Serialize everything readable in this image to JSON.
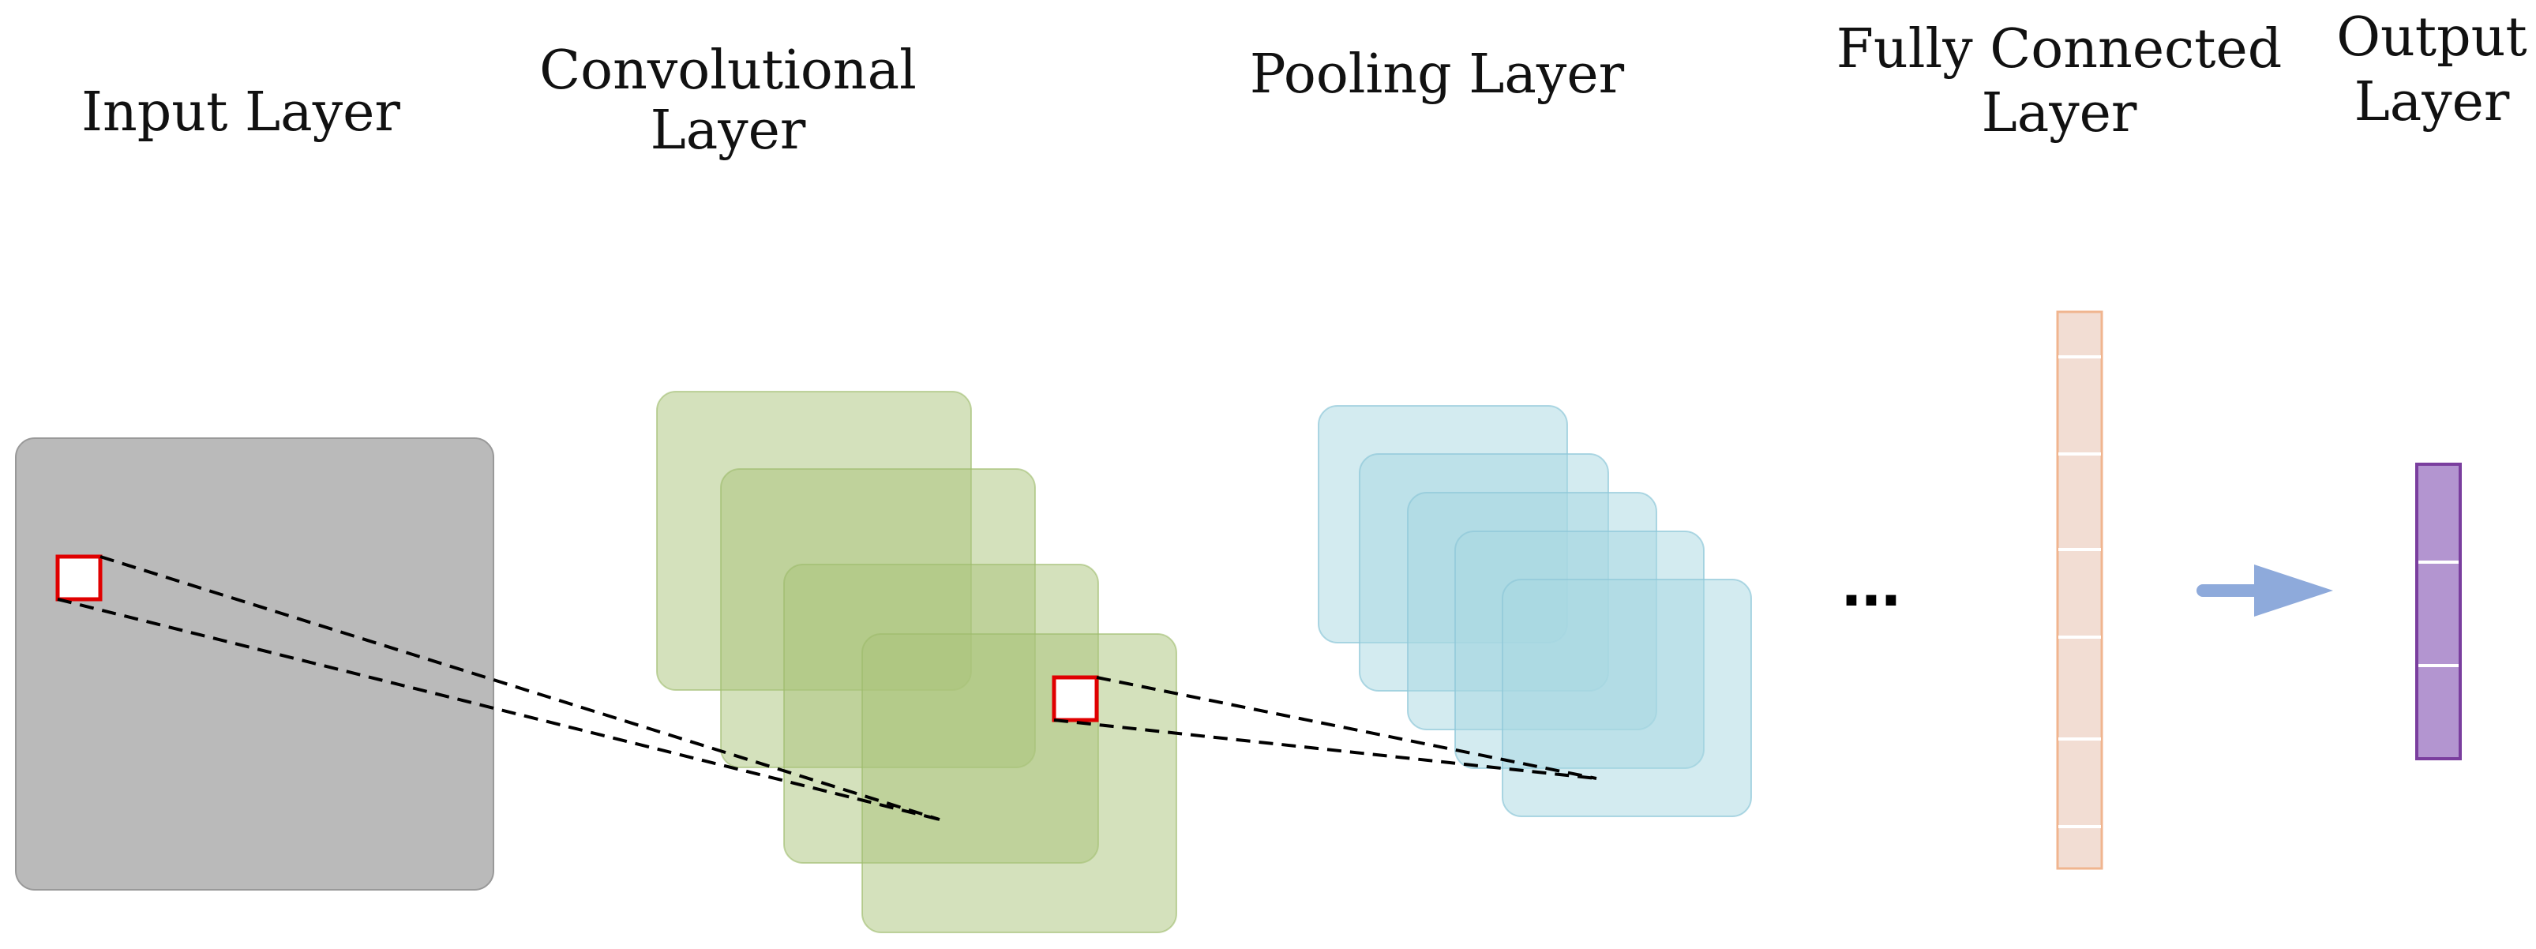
{
  "labels": {
    "input": "Input Layer",
    "conv_line1": "Convolutional",
    "conv_line2": "Layer",
    "pool": "Pooling Layer",
    "fc_line1": "Fully Connected",
    "fc_line2": "Layer",
    "output_line1": "Output",
    "output_line2": "Layer"
  },
  "ellipsis": "...",
  "colors": {
    "input_fill": "#bababa",
    "input_stroke": "#999999",
    "conv_fill": "#a9c47a",
    "conv_stroke": "#9cba6a",
    "pool_fill": "#a8d7e2",
    "pool_stroke": "#8fc8d8",
    "fc_fill": "#f2ddd3",
    "fc_stroke": "#f0b58f",
    "output_fill": "#b395d0",
    "output_stroke": "#7a3e9e",
    "arrow": "#8eaadb",
    "receptive_field": "#e00000",
    "connection_line": "#000000"
  }
}
